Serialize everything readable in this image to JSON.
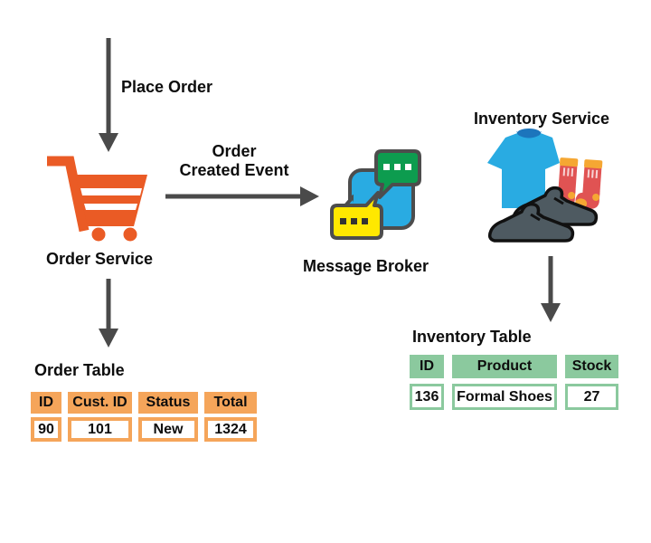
{
  "diagram": {
    "flow_labels": {
      "place_order": "Place Order",
      "order_created": [
        "Order",
        "Created Event"
      ]
    },
    "nodes": {
      "order_service": "Order Service",
      "message_broker": "Message Broker",
      "inventory_service": "Inventory Service"
    },
    "order_table": {
      "title": "Order Table",
      "headers": [
        "ID",
        "Cust. ID",
        "Status",
        "Total"
      ],
      "row": [
        "90",
        "101",
        "New",
        "1324"
      ]
    },
    "inventory_table": {
      "title": "Inventory Table",
      "headers": [
        "ID",
        "Product",
        "Stock"
      ],
      "row": [
        "136",
        "Formal Shoes",
        "27"
      ]
    },
    "icons": {
      "order_service": "shopping-cart-icon",
      "message_broker": "chat-bubbles-icon",
      "inventory_service": "clothing-icon"
    },
    "colors": {
      "arrow": "#4a4a4a",
      "order_accent": "#F5A55A",
      "inventory_accent": "#8BC99E",
      "cart_orange": "#EA5B25",
      "bubble_blue": "#29ABE2",
      "bubble_green": "#0D9C4F",
      "bubble_yellow": "#FFE800",
      "shirt_blue": "#29ABE2",
      "collar_blue": "#1C75BC",
      "sock_red": "#E05353",
      "sock_orange": "#F5A733",
      "shoe_gray": "#4E5A61"
    }
  }
}
